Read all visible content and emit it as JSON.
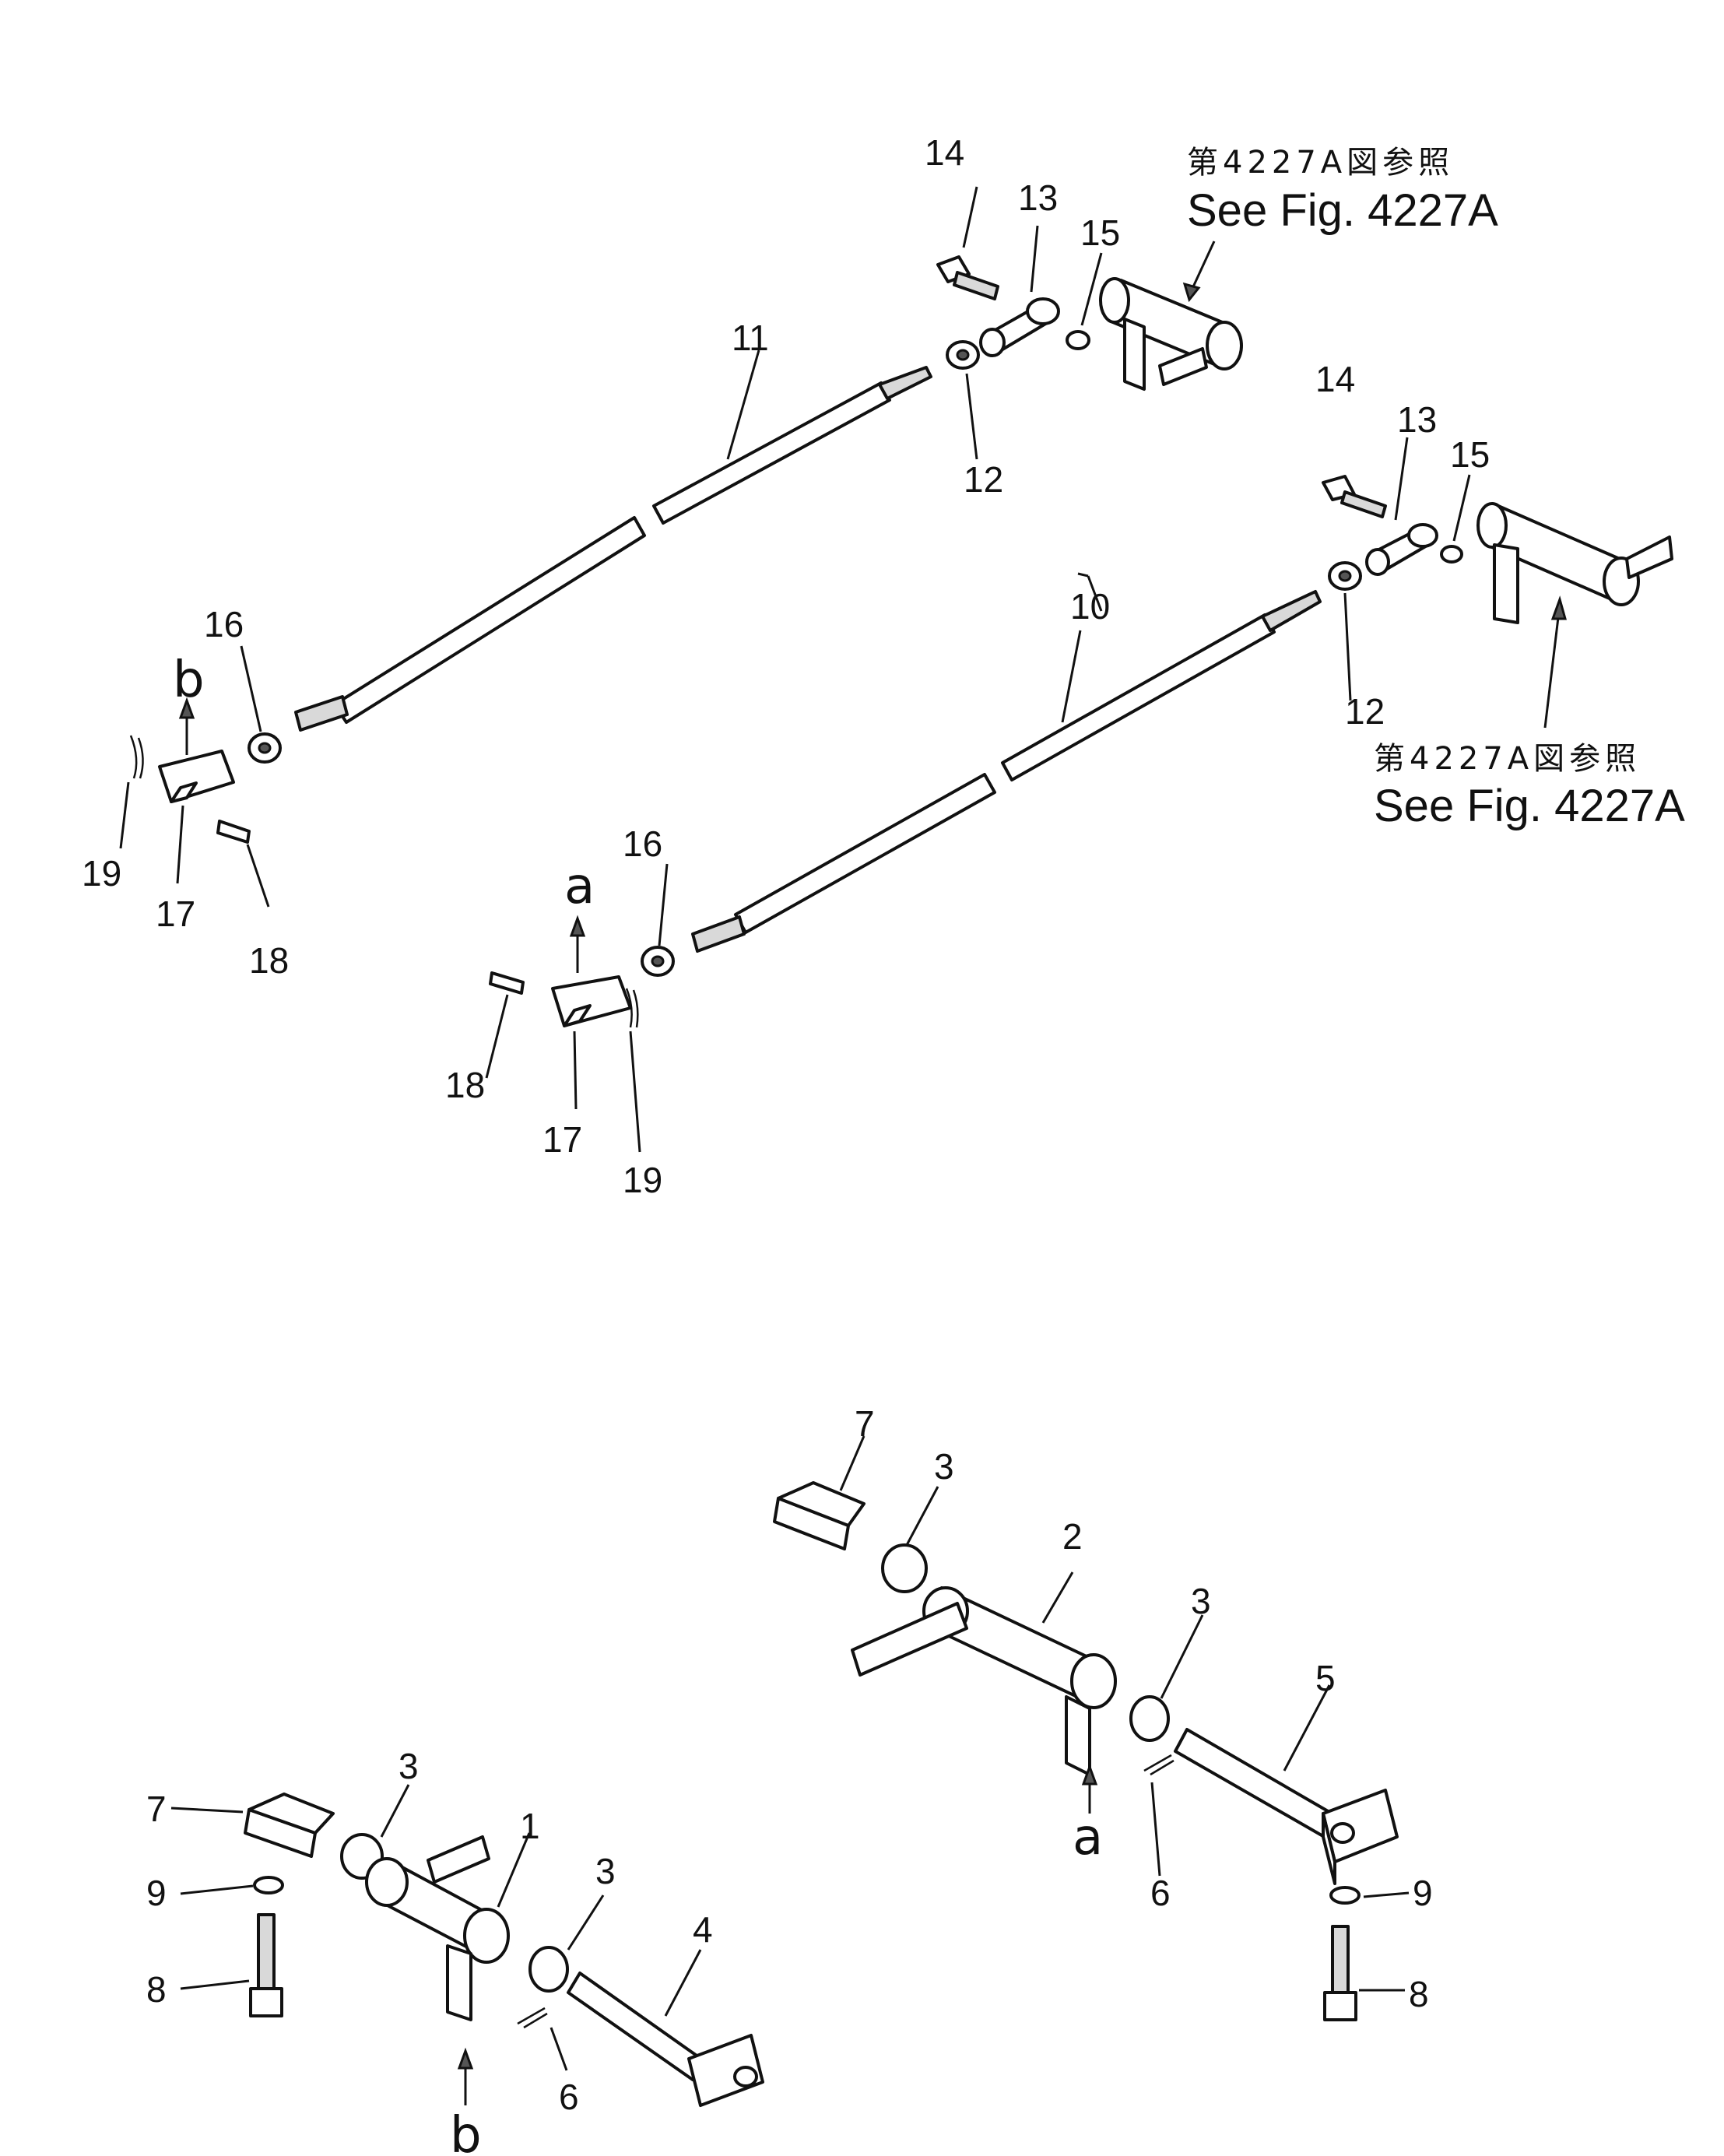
{
  "labels": {
    "p1": "1",
    "p2": "2",
    "p3a": "3",
    "p3b": "3",
    "p3c": "3",
    "p3d": "3",
    "p4": "4",
    "p5": "5",
    "p6a": "6",
    "p6b": "6",
    "p7a": "7",
    "p7b": "7",
    "p8a": "8",
    "p8b": "8",
    "p9a": "9",
    "p9b": "9",
    "p10": "10",
    "p11": "11",
    "p12a": "12",
    "p12b": "12",
    "p13a": "13",
    "p13b": "13",
    "p14a": "14",
    "p14b": "14",
    "p15a": "15",
    "p15b": "15",
    "p16a": "16",
    "p16b": "16",
    "p17a": "17",
    "p17b": "17",
    "p18a": "18",
    "p18b": "18",
    "p19a": "19",
    "p19b": "19"
  },
  "connectors": {
    "a_top": "a",
    "a_bottom": "a",
    "b_top": "b",
    "b_bottom": "b"
  },
  "references": {
    "upper_jp": "第4227A図参照",
    "upper_en": "See Fig. 4227A",
    "lower_jp": "第4227A図参照",
    "lower_en": "See Fig. 4227A"
  }
}
